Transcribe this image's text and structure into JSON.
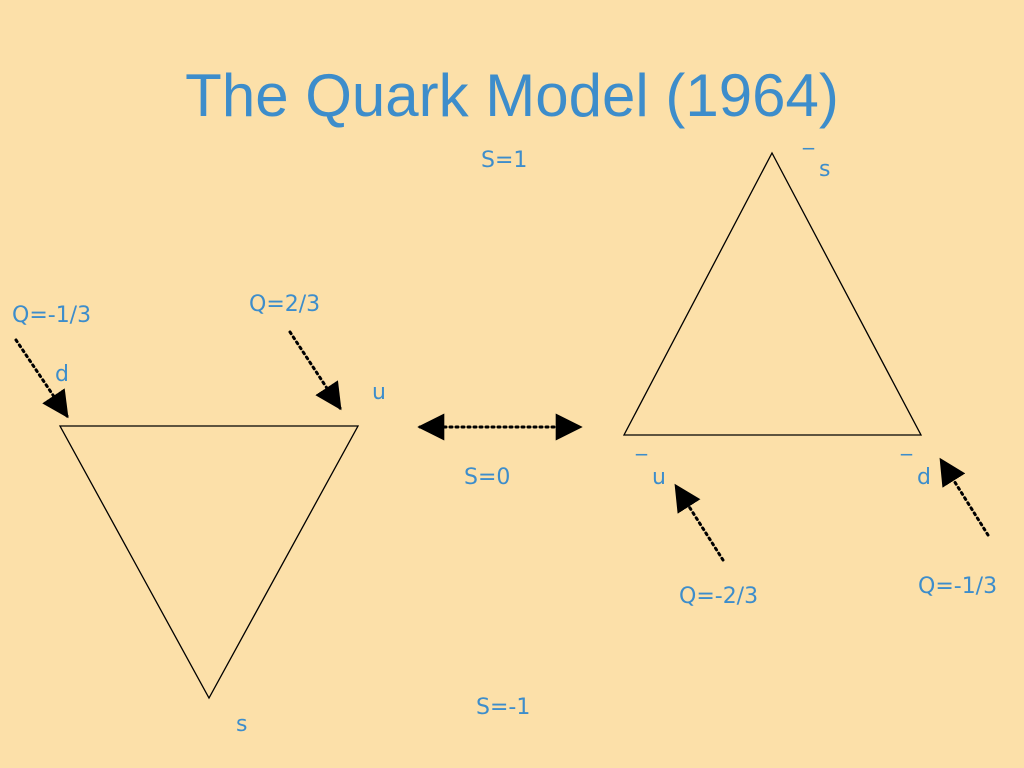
{
  "title": "The Quark Model (1964)",
  "colors": {
    "background": "#FCE0A9",
    "text": "#3D8DCB",
    "lines": "#000000"
  },
  "labels": {
    "s_plus1": "S=1",
    "s_zero": "S=0",
    "s_minus1": "S=-1",
    "q_d": "Q=-1/3",
    "q_u": "Q=2/3",
    "q_anti_u": "Q=-2/3",
    "q_anti_d": "Q=-1/3"
  },
  "quarks": {
    "d": "d",
    "u": "u",
    "s": "s"
  },
  "antiquarks": {
    "anti_s_bar": "‾",
    "anti_s": "s",
    "anti_u_bar": "‾",
    "anti_u": "u",
    "anti_d_bar": "‾",
    "anti_d": "d"
  }
}
